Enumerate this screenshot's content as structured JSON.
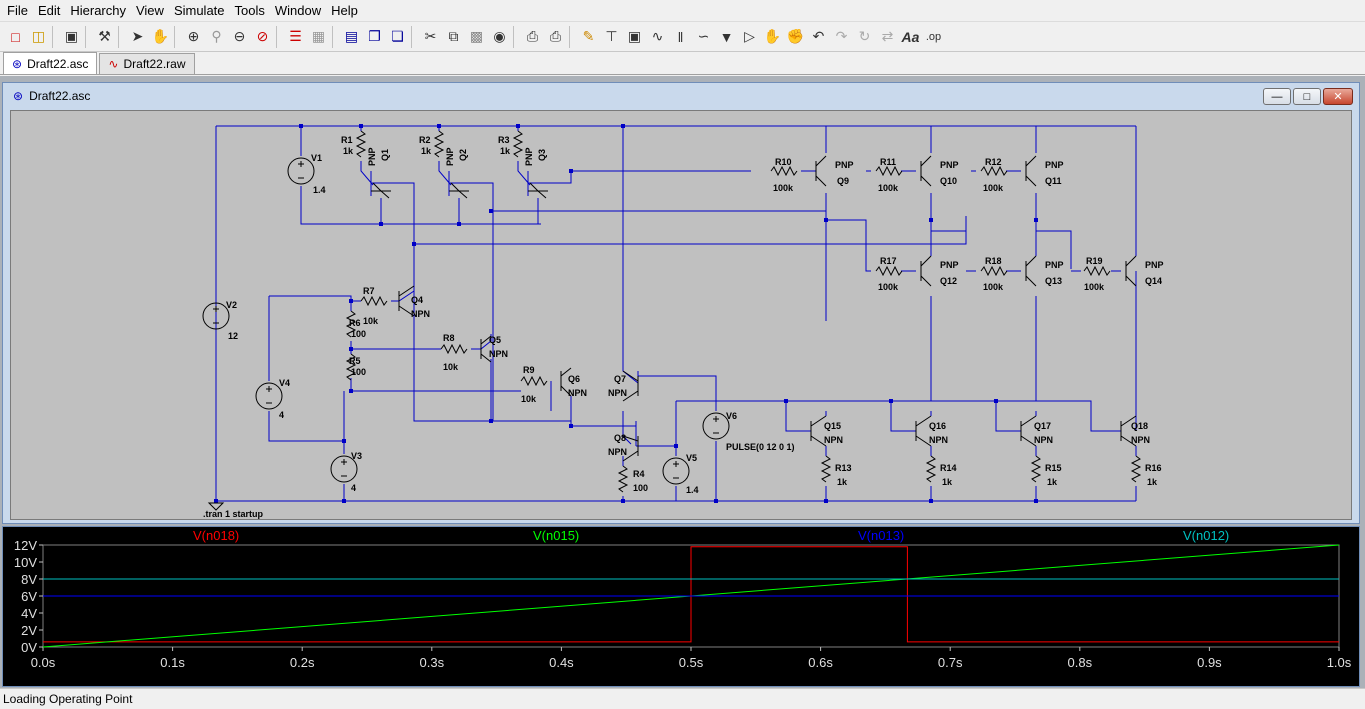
{
  "menu": [
    "File",
    "Edit",
    "Hierarchy",
    "View",
    "Simulate",
    "Tools",
    "Window",
    "Help"
  ],
  "tabs": [
    {
      "label": "Draft22.asc",
      "active": true
    },
    {
      "label": "Draft22.raw",
      "active": false
    }
  ],
  "window": {
    "title": "Draft22.asc"
  },
  "directive": ".tran 1 startup",
  "components": {
    "R1": [
      "R1",
      "1k"
    ],
    "R2": [
      "R2",
      "1k"
    ],
    "R3": [
      "R3",
      "1k"
    ],
    "Q1": [
      "Q1",
      "PNP"
    ],
    "Q2": [
      "Q2",
      "PNP"
    ],
    "Q3": [
      "Q3",
      "PNP"
    ],
    "V1": [
      "V1",
      "1.4"
    ],
    "V2": [
      "V2",
      "12"
    ],
    "V3": [
      "V3",
      "4"
    ],
    "V4": [
      "V4",
      "4"
    ],
    "V5": [
      "V5",
      "1.4"
    ],
    "V6": [
      "V6",
      "PULSE(0 12 0 1)"
    ],
    "R4": [
      "R4",
      "100"
    ],
    "R5": [
      "R5",
      "100"
    ],
    "R6": [
      "R6",
      "100"
    ],
    "R7": [
      "R7",
      "10k"
    ],
    "R8": [
      "R8",
      "10k"
    ],
    "R9": [
      "R9",
      "10k"
    ],
    "Q4": [
      "Q4",
      "NPN"
    ],
    "Q5": [
      "Q5",
      "NPN"
    ],
    "Q6": [
      "Q6",
      "NPN"
    ],
    "Q7": [
      "Q7",
      "NPN"
    ],
    "Q8": [
      "Q8",
      "NPN"
    ],
    "R10": [
      "R10",
      "100k"
    ],
    "R11": [
      "R11",
      "100k"
    ],
    "R12": [
      "R12",
      "100k"
    ],
    "R17": [
      "R17",
      "100k"
    ],
    "R18": [
      "R18",
      "100k"
    ],
    "R19": [
      "R19",
      "100k"
    ],
    "Q9": [
      "Q9",
      "PNP"
    ],
    "Q10": [
      "Q10",
      "PNP"
    ],
    "Q11": [
      "Q11",
      "PNP"
    ],
    "Q12": [
      "Q12",
      "PNP"
    ],
    "Q13": [
      "Q13",
      "PNP"
    ],
    "Q14": [
      "Q14",
      "PNP"
    ],
    "Q15": [
      "Q15",
      "NPN"
    ],
    "Q16": [
      "Q16",
      "NPN"
    ],
    "Q17": [
      "Q17",
      "NPN"
    ],
    "Q18": [
      "Q18",
      "NPN"
    ],
    "R13": [
      "R13",
      "1k"
    ],
    "R14": [
      "R14",
      "1k"
    ],
    "R15": [
      "R15",
      "1k"
    ],
    "R16": [
      "R16",
      "1k"
    ]
  },
  "chart_data": {
    "type": "line",
    "x": [
      0.0,
      0.5,
      0.5,
      0.667,
      0.667,
      1.0
    ],
    "xlim": [
      0.0,
      1.0
    ],
    "ylim": [
      0,
      12
    ],
    "xticks": [
      "0.0s",
      "0.1s",
      "0.2s",
      "0.3s",
      "0.4s",
      "0.5s",
      "0.6s",
      "0.7s",
      "0.8s",
      "0.9s",
      "1.0s"
    ],
    "yticks": [
      "0V",
      "2V",
      "4V",
      "6V",
      "8V",
      "10V",
      "12V"
    ],
    "series": [
      {
        "name": "V(n018)",
        "color": "#ff0000",
        "x": [
          0.0,
          0.5,
          0.5,
          0.667,
          0.667,
          1.0
        ],
        "values": [
          0.6,
          0.6,
          11.8,
          11.8,
          0.6,
          0.6
        ]
      },
      {
        "name": "V(n015)",
        "color": "#00ff00",
        "x": [
          0.0,
          1.0
        ],
        "values": [
          0.0,
          12.0
        ]
      },
      {
        "name": "V(n013)",
        "color": "#0000ff",
        "x": [
          0.0,
          1.0
        ],
        "values": [
          6.0,
          6.0
        ]
      },
      {
        "name": "V(n012)",
        "color": "#00c0c0",
        "x": [
          0.0,
          1.0
        ],
        "values": [
          8.0,
          8.0
        ]
      }
    ]
  },
  "status": "Loading Operating Point"
}
